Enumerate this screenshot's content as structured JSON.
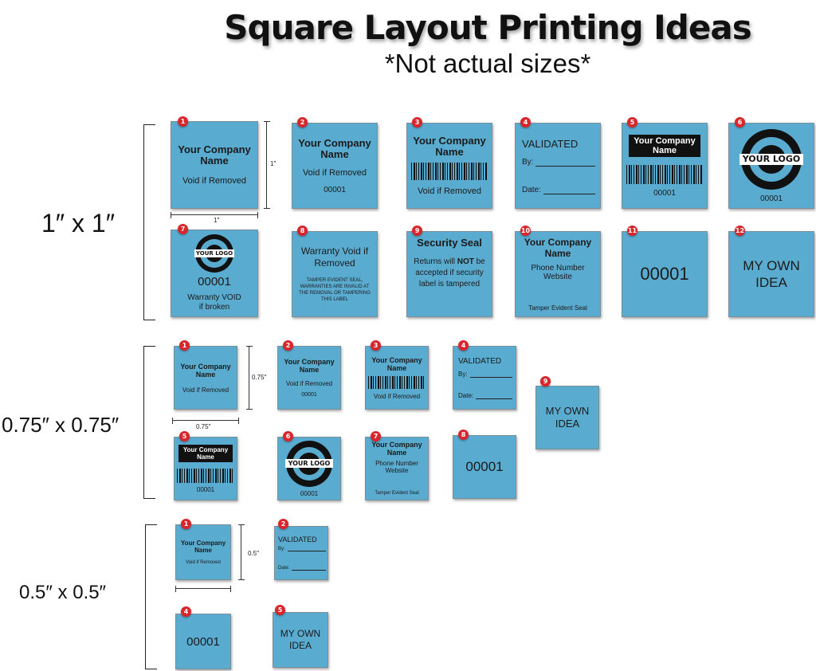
{
  "title": "Square Layout Printing Ideas",
  "subtitle": "*Not actual sizes*",
  "sections": {
    "s1": "1″ x 1″",
    "s2": "0.75″ x 0.75″",
    "s3": "0.5″ x 0.5″"
  },
  "dims": {
    "one": "1″",
    "threequarter": "0.75″",
    "half": "0.5″"
  },
  "badges": [
    "1",
    "2",
    "3",
    "4",
    "5",
    "6",
    "7",
    "8",
    "9",
    "10",
    "11",
    "12"
  ],
  "text": {
    "company": "Your Company Name",
    "void_removed": "Void if Removed",
    "serial": "00001",
    "validated": "VALIDATED",
    "by": "By:",
    "date": "Date:",
    "your_logo": "YOUR LOGO",
    "warranty_void_broken": "Warranty VOID if broken",
    "warranty_void_removed": "Warranty Void if Removed",
    "tamper_fine_print": "TAMPER EVIDENT SEAL, WARRANTIES ARE INVALID AT THE REMOVAL OR TAMPERING THIS LABEL",
    "security_seal": "Security Seal",
    "returns_1": "Returns will",
    "returns_not": "NOT",
    "returns_2": "be accepted if security label is tampered",
    "phone": "Phone Number",
    "website": "Website",
    "tamper_seal": "Tamper Evident Seal",
    "own_idea": "MY OWN IDEA"
  }
}
